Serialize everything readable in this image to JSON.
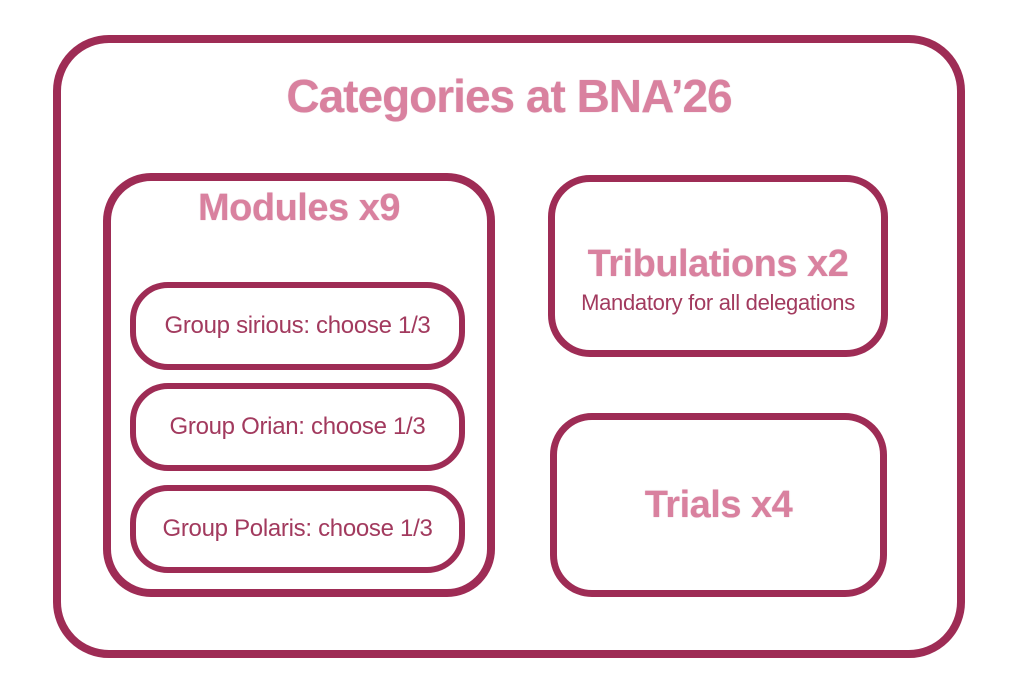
{
  "title": "Categories at BNA’26",
  "colors": {
    "border": "#9e2c55",
    "heading_pink": "#d9819f",
    "body_maroon": "#a23a5e",
    "background": "#ffffff"
  },
  "modules": {
    "title": "Modules x9",
    "groups": [
      {
        "label": "Group sirious: choose 1/3"
      },
      {
        "label": "Group Orian: choose 1/3"
      },
      {
        "label": "Group Polaris: choose 1/3"
      }
    ]
  },
  "tribulations": {
    "title": "Tribulations x2",
    "subtitle": "Mandatory for all delegations"
  },
  "trials": {
    "title": "Trials x4"
  }
}
